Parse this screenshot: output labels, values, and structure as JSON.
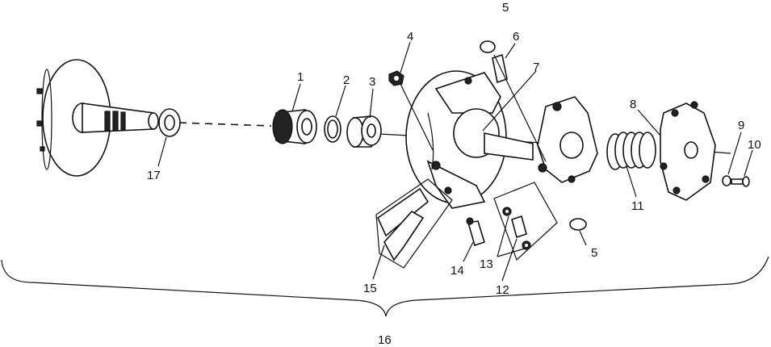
{
  "callouts": {
    "c1": "1",
    "c2": "2",
    "c3": "3",
    "c4": "4",
    "c5_top": "5",
    "c5_bottom": "5",
    "c6": "6",
    "c7": "7",
    "c8": "8",
    "c9": "9",
    "c10": "10",
    "c11": "11",
    "c12": "12",
    "c13": "13",
    "c14": "14",
    "c15": "15",
    "c16": "16",
    "c17": "17"
  }
}
